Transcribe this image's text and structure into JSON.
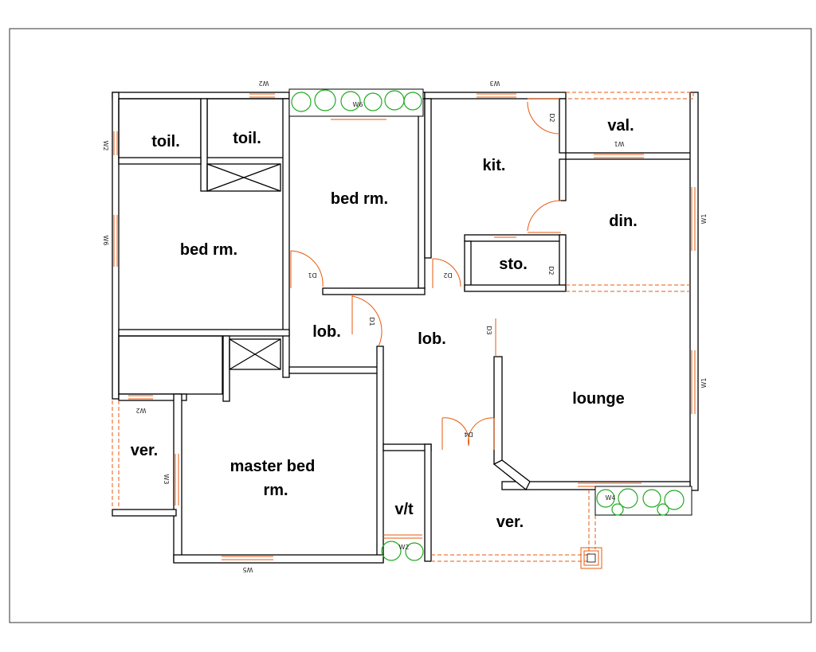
{
  "rooms": {
    "toilet_1": "toil.",
    "toilet_2": "toil.",
    "bedroom_left": "bed rm.",
    "bedroom_center": "bed rm.",
    "kitchen": "kit.",
    "valet": "val.",
    "dining": "din.",
    "store": "sto.",
    "lobby_1": "lob.",
    "lobby_2": "lob.",
    "lounge": "lounge",
    "master_line1": "master bed",
    "master_line2": "rm.",
    "veranda_left": "ver.",
    "veranda_front": "ver.",
    "vt": "v/t"
  },
  "tags": {
    "w2_top": "W2",
    "w6_top": "W6",
    "w3_top": "W3",
    "w2_left": "W2",
    "w6_left": "W6",
    "w1_val": "W1",
    "w1_right_upper": "W1",
    "w1_right_lower": "W1",
    "w2_veranda": "W2",
    "w3_left": "W3",
    "w5_bottom": "W5",
    "w4_lounge": "W4",
    "w2_vt": "W2",
    "d1": "D1",
    "d2": "D2",
    "d3": "D3",
    "d4": "D4",
    "d1_lobby": "D1",
    "d2_kit": "D2",
    "d2_sto": "D2"
  },
  "colors": {
    "wall": "#000000",
    "wall_fill": "#ffffff",
    "opening": "#e8590c",
    "plant": "#22aa22",
    "frame": "#333333"
  }
}
